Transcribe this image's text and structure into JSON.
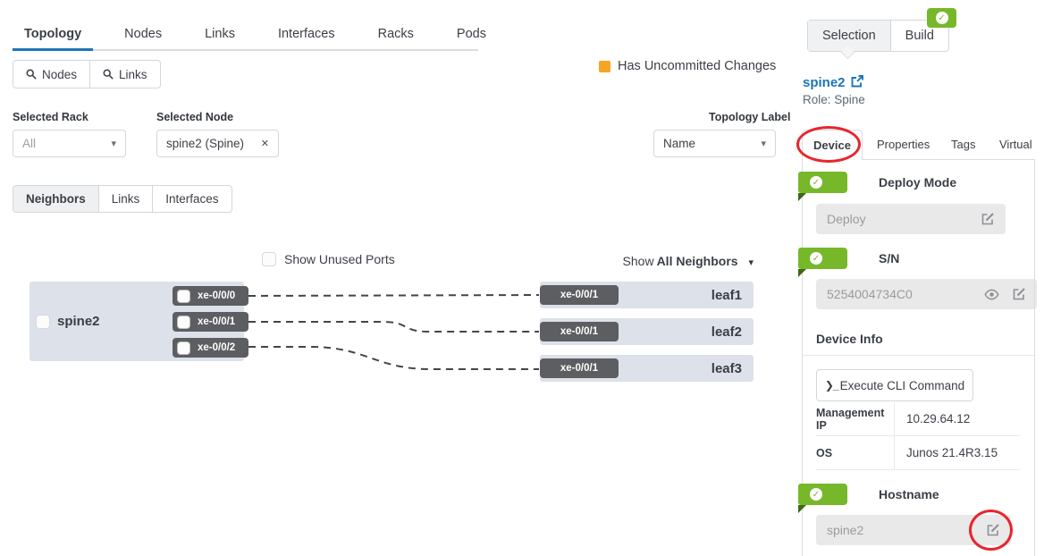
{
  "icons": {
    "caret": "▾",
    "clear": "✕",
    "check": "✓",
    "terminal": "❯_"
  },
  "colors": {
    "accent_blue": "#1b75bb",
    "green": "#76b82a",
    "green_dark": "#40661a",
    "orange": "#f6a623",
    "annotation_red": "#e7262d",
    "node_fill": "#dde1ea",
    "port_fill": "#5d5e61"
  },
  "nav": {
    "tabs": [
      "Topology",
      "Nodes",
      "Links",
      "Interfaces",
      "Racks",
      "Pods"
    ],
    "active": "Topology"
  },
  "toolbar": {
    "nodes_button": "Nodes",
    "links_button": "Links"
  },
  "legend": {
    "uncommitted": "Has Uncommitted Changes"
  },
  "filters": {
    "selected_rack_label": "Selected Rack",
    "selected_rack_value": "All",
    "selected_node_label": "Selected Node",
    "selected_node_value": "spine2 (Spine)",
    "topology_label_label": "Topology Label",
    "topology_label_value": "Name"
  },
  "view_tabs": {
    "items": [
      "Neighbors",
      "Links",
      "Interfaces"
    ],
    "active": "Neighbors"
  },
  "topology": {
    "show_unused_ports": "Show Unused Ports",
    "show_neighbors_prefix": "Show",
    "show_neighbors_value": "All Neighbors",
    "spine": {
      "name": "spine2",
      "ports": [
        "xe-0/0/0",
        "xe-0/0/1",
        "xe-0/0/2"
      ]
    },
    "leaves": [
      {
        "name": "leaf1",
        "port": "xe-0/0/1"
      },
      {
        "name": "leaf2",
        "port": "xe-0/0/1"
      },
      {
        "name": "leaf3",
        "port": "xe-0/0/1"
      }
    ]
  },
  "panel": {
    "tabs": [
      "Selection",
      "Build"
    ],
    "active_tab": "Selection",
    "node_link": "spine2",
    "role": "Role: Spine",
    "detail_tabs": [
      "Device",
      "Properties",
      "Tags",
      "Virtual"
    ],
    "active_detail_tab": "Device",
    "deploy_mode": {
      "title": "Deploy Mode",
      "value": "Deploy"
    },
    "sn": {
      "title": "S/N",
      "value": "5254004734C0"
    },
    "device_info": {
      "title": "Device Info",
      "cli_button": "Execute CLI Command",
      "rows": [
        {
          "label": "Management IP",
          "value": "10.29.64.12"
        },
        {
          "label": "OS",
          "value": "Junos 21.4R3.15"
        }
      ]
    },
    "hostname": {
      "title": "Hostname",
      "value": "spine2"
    }
  }
}
